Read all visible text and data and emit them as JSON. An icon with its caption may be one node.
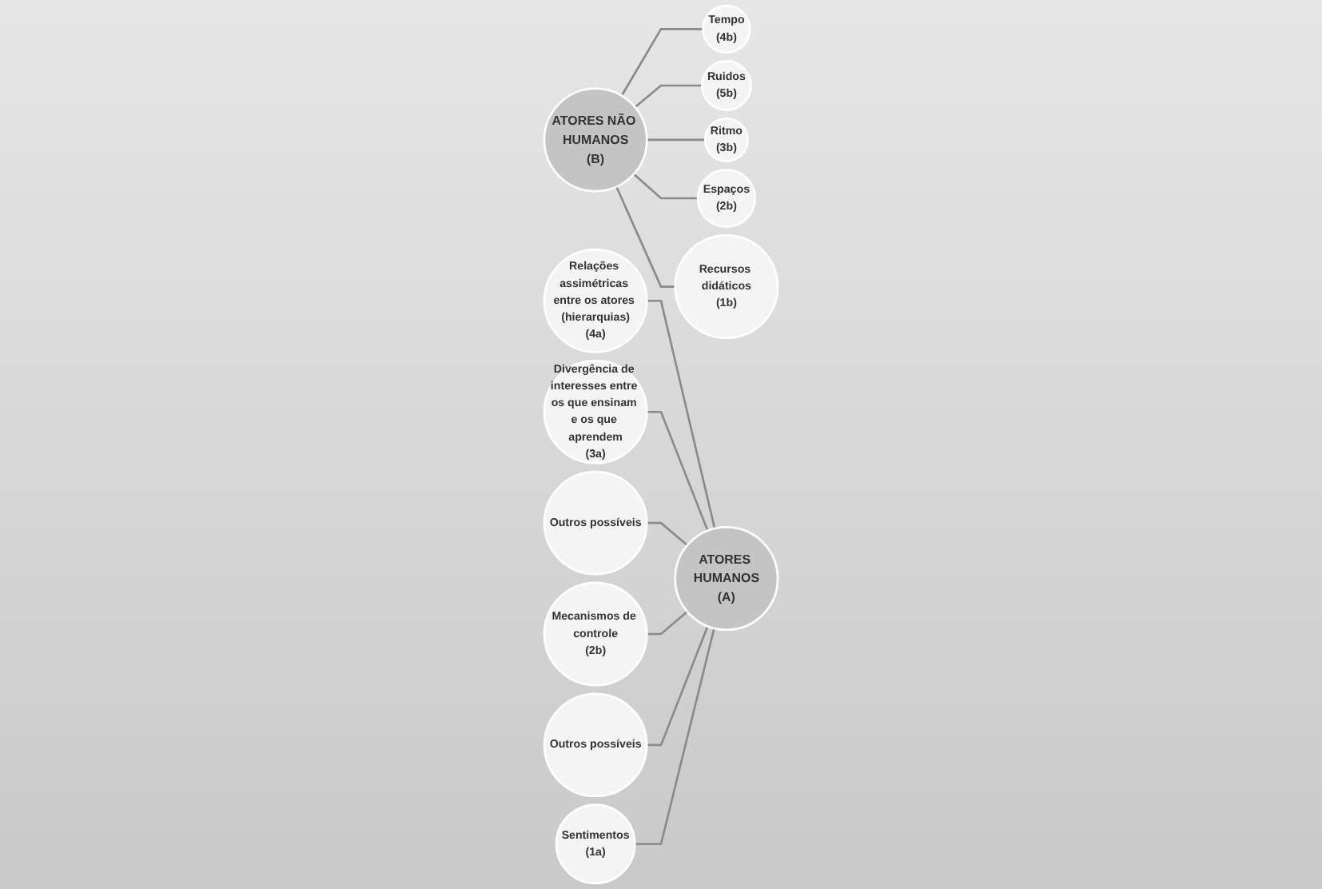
{
  "diagram": {
    "nodes": [
      {
        "text": [
          "ATORES HUMANOS",
          "(A)"
        ]
      },
      {
        "text": [
          "ATORES NÃO HUMANOS",
          "(B)"
        ]
      },
      {
        "text": [
          "Relações assimétricas entre os atores (hierarquias)",
          "(4a)"
        ]
      },
      {
        "text": [
          "Divergência de interesses entre os que ensinam e os que aprendem",
          "(3a)"
        ]
      },
      {
        "text": [
          "Outros possíveis"
        ]
      },
      {
        "text": [
          "Tempo",
          "(4b)"
        ]
      },
      {
        "text": [
          "Mecanismos de controle",
          "(2b)"
        ]
      },
      {
        "text": [
          "Ruidos",
          "(5b)"
        ]
      },
      {
        "text": [
          "Ritmo",
          "(3b)"
        ]
      },
      {
        "text": [
          "Outros possíveis"
        ]
      },
      {
        "text": [
          "Sentimentos",
          "(1a)"
        ]
      },
      {
        "text": [
          "Espaços",
          "(2b)"
        ]
      },
      {
        "text": [
          "Recursos didáticos",
          "(1b)"
        ]
      }
    ],
    "edges": [
      {
        "from": 2,
        "to": 0,
        "arrow": "none"
      },
      {
        "from": 3,
        "to": 0,
        "arrow": "none"
      },
      {
        "from": 4,
        "to": 0,
        "arrow": "none"
      },
      {
        "from": 1,
        "to": 5,
        "arrow": "none"
      },
      {
        "from": 6,
        "to": 0,
        "arrow": "none"
      },
      {
        "from": 1,
        "to": 7,
        "arrow": "none"
      },
      {
        "from": 1,
        "to": 8,
        "arrow": "none"
      },
      {
        "from": 9,
        "to": 0,
        "arrow": "none"
      },
      {
        "from": 10,
        "to": 0,
        "arrow": "none"
      },
      {
        "from": 1,
        "to": 11,
        "arrow": "none"
      },
      {
        "from": 1,
        "to": 12,
        "arrow": "none"
      }
    ]
  }
}
